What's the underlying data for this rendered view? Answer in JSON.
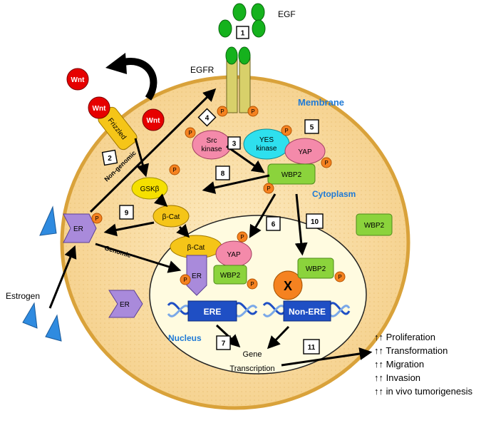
{
  "labels": {
    "egf": "EGF",
    "egfr": "EGFR",
    "membrane": "Membrane",
    "cytoplasm": "Cytoplasm",
    "nucleus": "Nucleus",
    "wnt": "Wnt",
    "frizzled": "Frizzled",
    "non_genomic": "Non-genomic",
    "genomic": "Genomic",
    "gsk3b": "GSKβ",
    "bcat": "β-Cat",
    "er": "ER",
    "estrogen": "Estrogen",
    "src_kinase_l1": "Src",
    "src_kinase_l2": "kinase",
    "yes_kinase_l1": "YES",
    "yes_kinase_l2": "kinase",
    "yap": "YAP",
    "wbp2": "WBP2",
    "p": "P",
    "x": "X",
    "ere": "ERE",
    "non_ere": "Non-ERE",
    "gene_l1": "Gene",
    "gene_l2": "Transcription"
  },
  "step_numbers": [
    "1",
    "2",
    "3",
    "4",
    "5",
    "6",
    "7",
    "8",
    "9",
    "10",
    "11"
  ],
  "outcomes": [
    "↑↑ Proliferation",
    "↑↑ Transformation",
    "↑↑ Migration",
    "↑↑ Invasion",
    "↑↑ in vivo tumorigenesis"
  ],
  "colors": {
    "cell_fill": "#fbe6b4",
    "cell_border": "#d9a23a",
    "nucleus_fill": "#fffbe0",
    "egf_green": "#15b21d",
    "wnt_red": "#e60000",
    "frizzled_yellow": "#f5c518",
    "gsk_yellow": "#f5e000",
    "src_pink": "#f48aaa",
    "yes_cyan": "#2ee0ee",
    "wbp2_green": "#8bd33c",
    "er_purple": "#a98adb",
    "estrogen_blue": "#2f8be0",
    "ere_blue": "#1f4fc4",
    "phospho_orange": "#f58220",
    "label_blue": "#1f7ad6"
  }
}
